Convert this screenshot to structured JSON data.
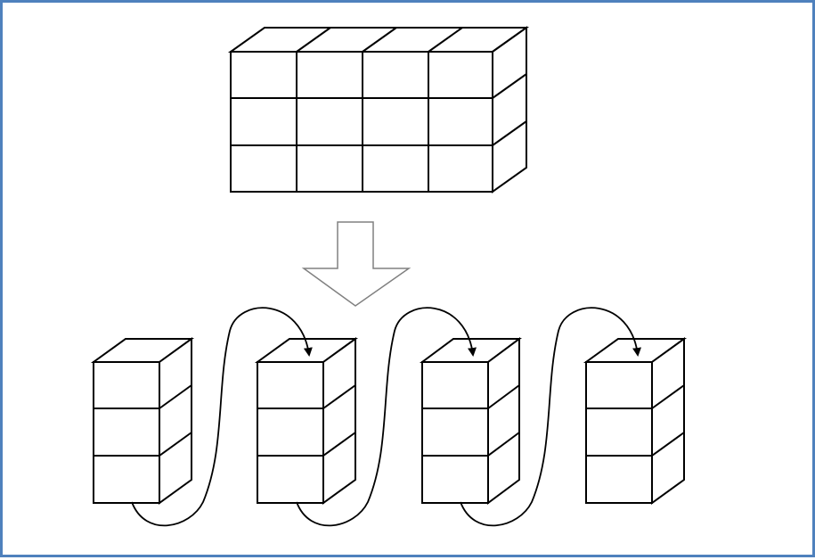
{
  "diagram": {
    "description_visible_text": "",
    "source_block": {
      "columns": 4,
      "rows": 3
    },
    "target_columns": {
      "count": 4,
      "rows_each": 3
    },
    "arrows": {
      "connectors": 3
    },
    "colors": {
      "frame_border": "#4f81bd",
      "stroke": "#000000",
      "fill": "#ffffff",
      "block_arrow_stroke": "#808080"
    }
  }
}
